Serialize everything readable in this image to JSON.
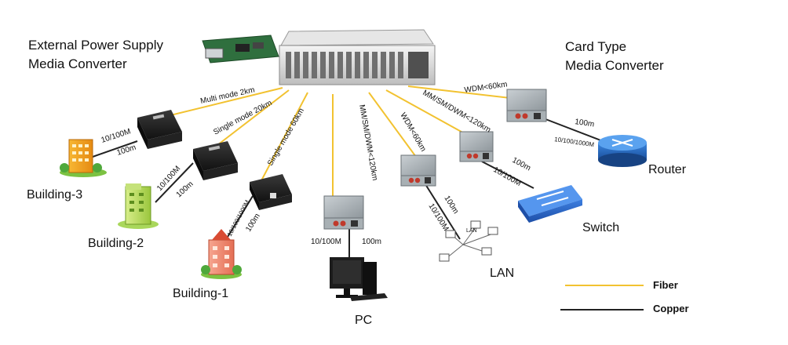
{
  "titles": {
    "external_line1": "External Power Supply",
    "external_line2": "Media Converter",
    "card_line1": "Card Type",
    "card_line2": "Media Converter"
  },
  "nodes": {
    "building3": "Building-3",
    "building2": "Building-2",
    "building1": "Building-1",
    "pc": "PC",
    "lan": "LAN",
    "lan_hub": "LAN",
    "switch": "Switch",
    "router": "Router"
  },
  "fiber_labels": {
    "multi_mode": "Multi mode 2km",
    "single_20": "Single mode 20km",
    "single_60": "Single mode 60km",
    "mm_sm_dwm_pc": "MM/SM/DWM<120km",
    "wdm_lan": "WDM<60km",
    "mm_sm_dwm_switch": "MM/SM/DWM<120km",
    "wdm_router": "WDM<60km"
  },
  "copper_labels": {
    "b3_speed": "10/100M",
    "b3_dist": "100m",
    "b2_speed": "10/100M",
    "b2_dist": "100m",
    "b1_speed": "10/100/1000M",
    "b1_dist": "100m",
    "pc_speed": "10/100M",
    "pc_dist": "100m",
    "lan_dist": "100m",
    "lan_speed": "10/100M",
    "switch_dist": "100m",
    "switch_speed": "10/100M",
    "router_dist": "100m",
    "router_speed": "10/100/1000M"
  },
  "legend": {
    "fiber": "Fiber",
    "copper": "Copper",
    "fiber_color": "#f2c230",
    "copper_color": "#222222"
  }
}
